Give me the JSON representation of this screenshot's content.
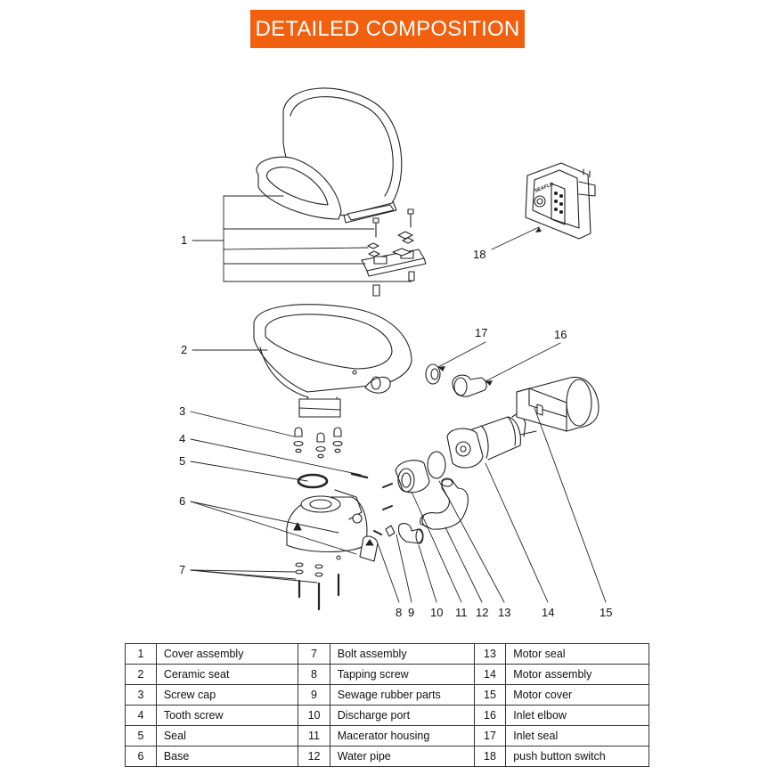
{
  "header": {
    "title": "DETAILED COMPOSITION"
  },
  "callouts": [
    "1",
    "2",
    "3",
    "4",
    "5",
    "6",
    "7",
    "8",
    "9",
    "10",
    "11",
    "12",
    "13",
    "14",
    "15",
    "16",
    "17",
    "18"
  ],
  "switch_panel": {
    "brand": "SEAFLO"
  },
  "colors": {
    "banner": "#f0600f",
    "banner_text": "#ffffff",
    "line": "#222222"
  },
  "parts": [
    {
      "no": "1",
      "name": "Cover assembly"
    },
    {
      "no": "2",
      "name": "Ceramic seat"
    },
    {
      "no": "3",
      "name": "Screw cap"
    },
    {
      "no": "4",
      "name": "Tooth screw"
    },
    {
      "no": "5",
      "name": "Seal"
    },
    {
      "no": "6",
      "name": "Base"
    },
    {
      "no": "7",
      "name": "Bolt assembly"
    },
    {
      "no": "8",
      "name": "Tapping screw"
    },
    {
      "no": "9",
      "name": "Sewage rubber parts"
    },
    {
      "no": "10",
      "name": "Discharge port"
    },
    {
      "no": "11",
      "name": "Macerator housing"
    },
    {
      "no": "12",
      "name": "Water pipe"
    },
    {
      "no": "13",
      "name": "Motor seal"
    },
    {
      "no": "14",
      "name": "Motor assembly"
    },
    {
      "no": "15",
      "name": "Motor cover"
    },
    {
      "no": "16",
      "name": "Inlet elbow"
    },
    {
      "no": "17",
      "name": "Inlet seal"
    },
    {
      "no": "18",
      "name": "push button switch"
    }
  ]
}
